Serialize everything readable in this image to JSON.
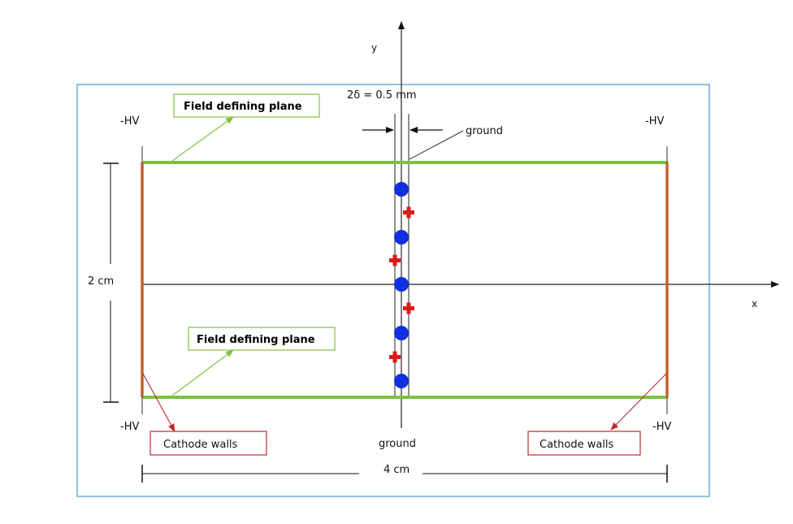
{
  "labels": {
    "y_axis": "y",
    "x_axis": "x",
    "gap_width": "2δ = 0.5 mm",
    "ground_top": "ground",
    "ground_bottom": "ground",
    "hv_top_left": "-HV",
    "hv_top_right": "-HV",
    "hv_bottom_left": "-HV",
    "hv_bottom_right": "-HV",
    "field_plane_top": "Field defining plane",
    "field_plane_bottom": "Field defining plane",
    "cathode_left": "Cathode walls",
    "cathode_right": "Cathode walls",
    "height_dim": "2 cm",
    "width_dim": "4 cm"
  },
  "colors": {
    "frame_border": "#6aaed6",
    "field_plane": "#7dc242",
    "cathode_wall": "#c0622b",
    "electron": "#1030e0",
    "ion": "#e01818",
    "cathode_box_border": "#c0282e",
    "field_box_border": "#7dc242"
  }
}
